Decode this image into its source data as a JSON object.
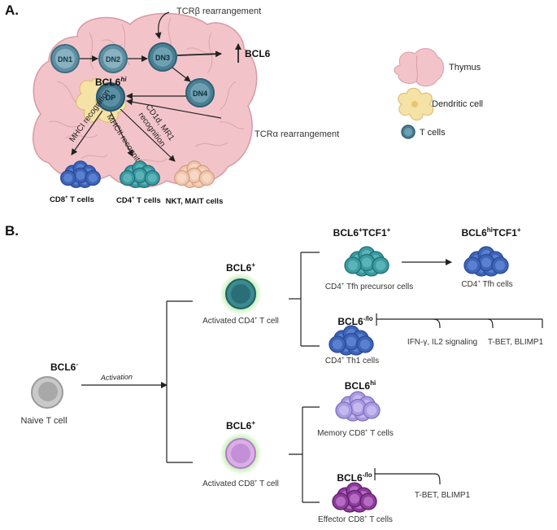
{
  "panels": {
    "a_label": "A.",
    "b_label": "B."
  },
  "panel_a": {
    "stages": [
      "DN1",
      "DN2",
      "DN3",
      "DN4",
      "DP"
    ],
    "tcrb_label": "TCRβ rearrangement",
    "tcra_label": "TCRα rearrangement",
    "bcl6_up": "BCL6",
    "bcl6hi_main": "BCL6",
    "bcl6hi_sup": "hi",
    "mhci_label": "MHCI recognition",
    "mhcii_label": "MHCII recognition",
    "cd1d_label_1": "CD1d, MR1",
    "cd1d_label_2": "recognition",
    "cd8_label": "CD8",
    "cd8_sup": "+",
    "cd8_suffix": " T cells",
    "cd4_label": "CD4",
    "cd4_sup": "+",
    "cd4_suffix": " T cells",
    "nkt_label": "NKT, MAIT cells",
    "legend": {
      "thymus": "Thymus",
      "dendritic": "Dendritic cell",
      "tcells": "T cells"
    }
  },
  "panel_b": {
    "naive_head": "BCL6",
    "naive_head_sup": "-",
    "naive_label": "Naive T cell",
    "activation": "Activation",
    "act_cd4_head": "BCL6",
    "act_cd4_head_sup": "+",
    "act_cd4_label_a": "Activated CD4",
    "act_cd4_label_sup": "+",
    "act_cd4_label_b": " T cell",
    "act_cd8_head": "BCL6",
    "act_cd8_head_sup": "+",
    "act_cd8_label_a": "Activated CD8",
    "act_cd8_label_sup": "+",
    "act_cd8_label_b": " T cell",
    "tfhp_head_a": "BCL6",
    "tfhp_head_sup1": "+",
    "tfhp_head_b": "TCF1",
    "tfhp_head_sup2": "+",
    "tfhp_label_a": "CD4",
    "tfhp_label_sup": "+",
    "tfhp_label_b": " Tfh precursor cells",
    "tfh_head_a": "BCL6",
    "tfh_head_sup1": "hi",
    "tfh_head_b": "TCF1",
    "tfh_head_sup2": "+",
    "tfh_label_a": "CD4",
    "tfh_label_sup": "+",
    "tfh_label_b": " Tfh cells",
    "th1_head": "BCL6",
    "th1_head_sup": "-/lo",
    "th1_label_a": "CD4",
    "th1_label_sup": "+",
    "th1_label_b": " Th1 cells",
    "ifn_label": "IFN-γ, IL2 signaling",
    "tbet_label_1": "T-BET, BLIMP1",
    "mem_head": "BCL6",
    "mem_head_sup": "hi",
    "mem_label_a": "Memory CD8",
    "mem_label_sup": "+",
    "mem_label_b": " T cells",
    "eff_head": "BCL6",
    "eff_head_sup": "-/lo",
    "eff_label_a": "Effector CD8",
    "eff_label_sup": "+",
    "eff_label_b": " T cells",
    "tbet_label_2": "T-BET, BLIMP1"
  },
  "colors": {
    "thymus_fill": "#f2c4c9",
    "thymus_stroke": "#d89aa3",
    "tcell_teal": "#4a8a9a",
    "tcell_dark": "#2e5f72",
    "tcell_blue": "#3d64b8",
    "cd4_teal": "#3a9aa0",
    "nkt_peach": "#f1c7b0",
    "dendritic": "#f5e2a6",
    "naive_gray": "#b5b5b5",
    "glow_green": "#9be37f",
    "lavender": "#a99be0",
    "pink_cd8": "#d4a2e0",
    "purple_eff": "#8c3c9a"
  }
}
